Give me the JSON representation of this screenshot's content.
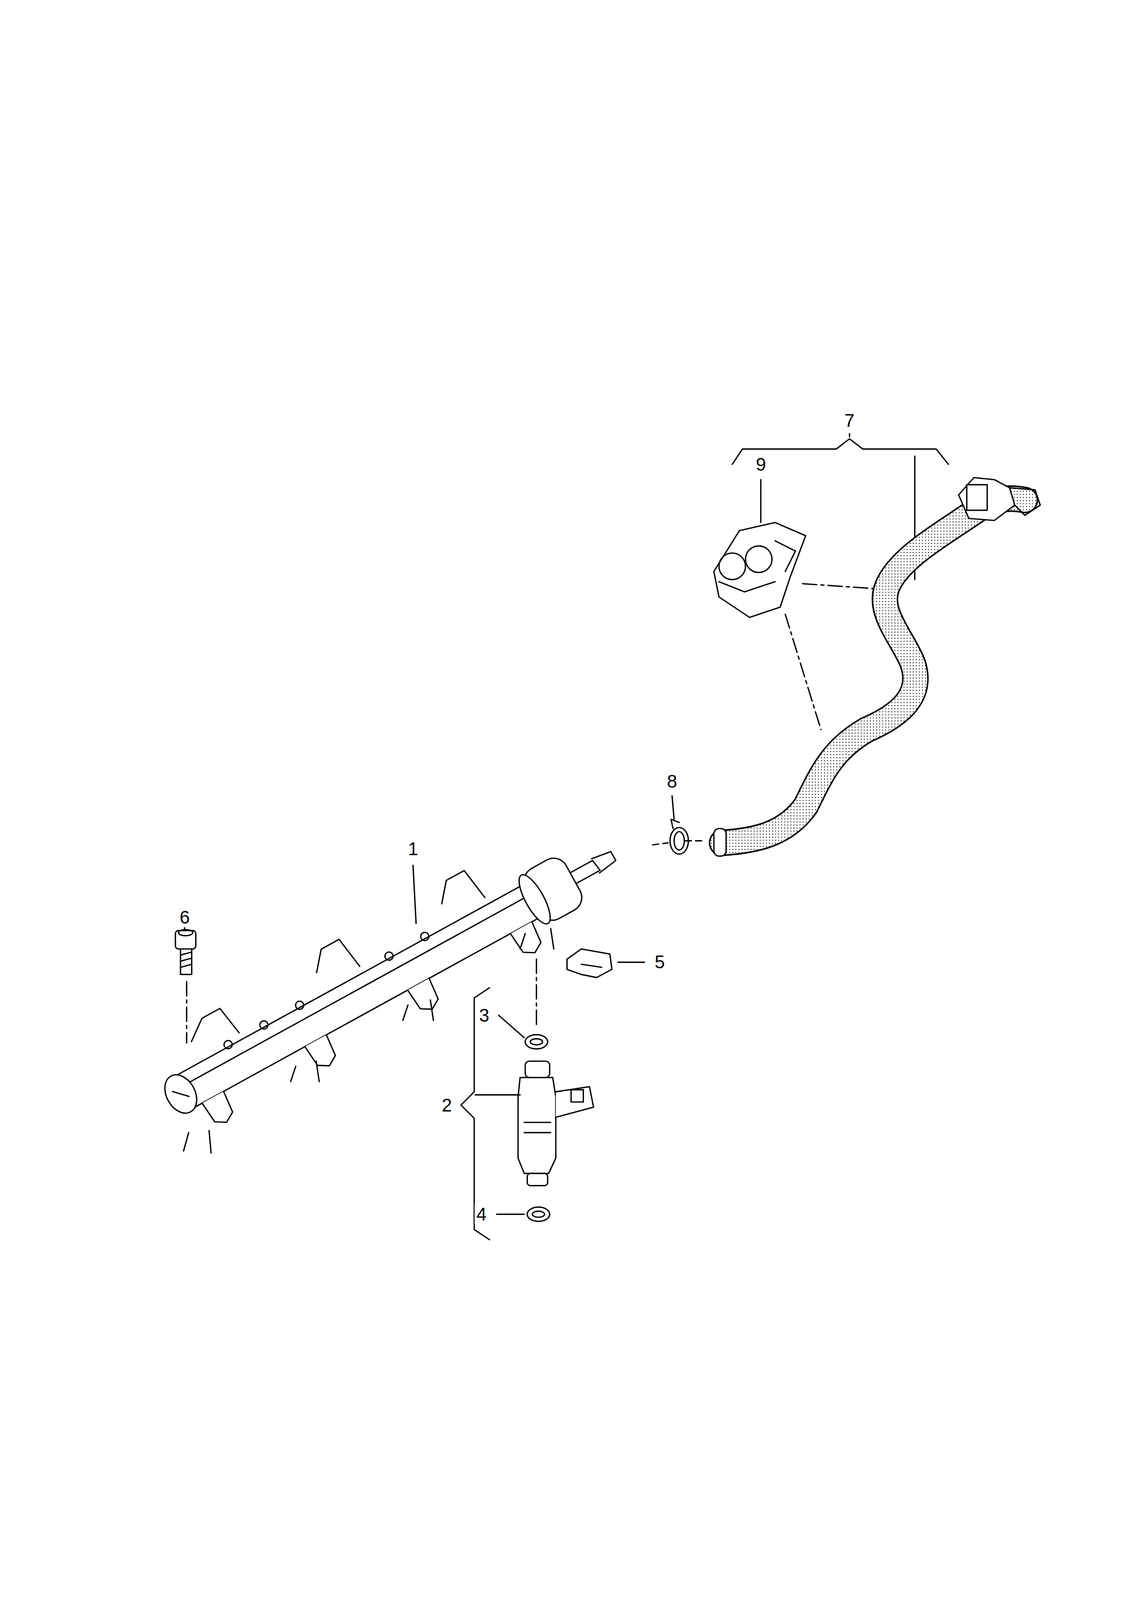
{
  "diagram": {
    "labels": [
      "7",
      "9",
      "8",
      "1",
      "6",
      "5",
      "3",
      "2",
      "4"
    ]
  }
}
